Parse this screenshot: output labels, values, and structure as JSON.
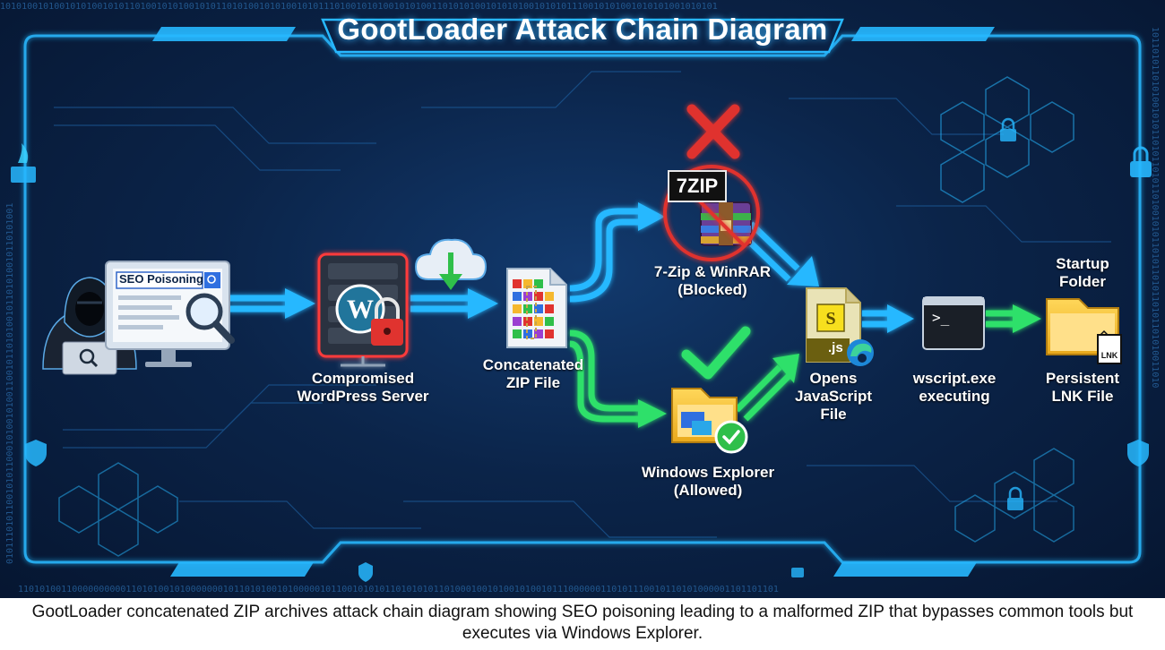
{
  "title": "GootLoader Attack Chain Diagram",
  "nodes": {
    "seo": {
      "screen_text": "SEO Poisoning"
    },
    "server": {
      "label": "Compromised\nWordPress Server"
    },
    "zip": {
      "label": "Concatenated\nZIP File"
    },
    "blocked": {
      "label": "7-Zip & WinRAR\n(Blocked)",
      "logo_text": "7ZIP"
    },
    "explorer": {
      "label": "Windows Explorer\n(Allowed)"
    },
    "js": {
      "label": "Opens\nJavaScript\nFile",
      "file_ext": ".js"
    },
    "wscript": {
      "label": "wscript.exe\nexecuting",
      "prompt": ">_"
    },
    "startup": {
      "label": "Startup\nFolder"
    },
    "lnk": {
      "label": "Persistent\nLNK File",
      "file_ext": "LNK"
    }
  },
  "binary": {
    "top": "1010100101001010100101011010010101001010110101001010100101011101001010100101010011010101001010101001010101110010101001010101001010101",
    "bottom": "110101001100000000001101010010100000001011010100101000001011001010101101010101101000100101001010010111000000110101110010110101000001101101101",
    "left": "0101110101100101011000101001010011001011010100101101010010110101001",
    "right": "1011010110101001010110101101011010010101101011010110101101010011010"
  },
  "colors": {
    "accent": "#27b8ff",
    "blocked": "#e0332f",
    "allowed": "#2ee06a",
    "background": "#0b2449"
  },
  "icons": [
    "hacker-icon",
    "monitor-icon",
    "magnifier-icon",
    "server-icon",
    "wordpress-icon",
    "padlock-icon",
    "cloud-download-icon",
    "zip-file-icon",
    "x-mark-icon",
    "prohibited-icon",
    "winrar-icon",
    "check-mark-icon",
    "folder-icon",
    "javascript-file-icon",
    "edge-icon",
    "terminal-icon",
    "startup-folder-icon",
    "shield-icon",
    "firewall-icon",
    "lock-icon"
  ],
  "caption": "GootLoader concatenated ZIP archives attack chain diagram showing SEO poisoning leading to a malformed ZIP that bypasses common tools but executes via Windows Explorer."
}
